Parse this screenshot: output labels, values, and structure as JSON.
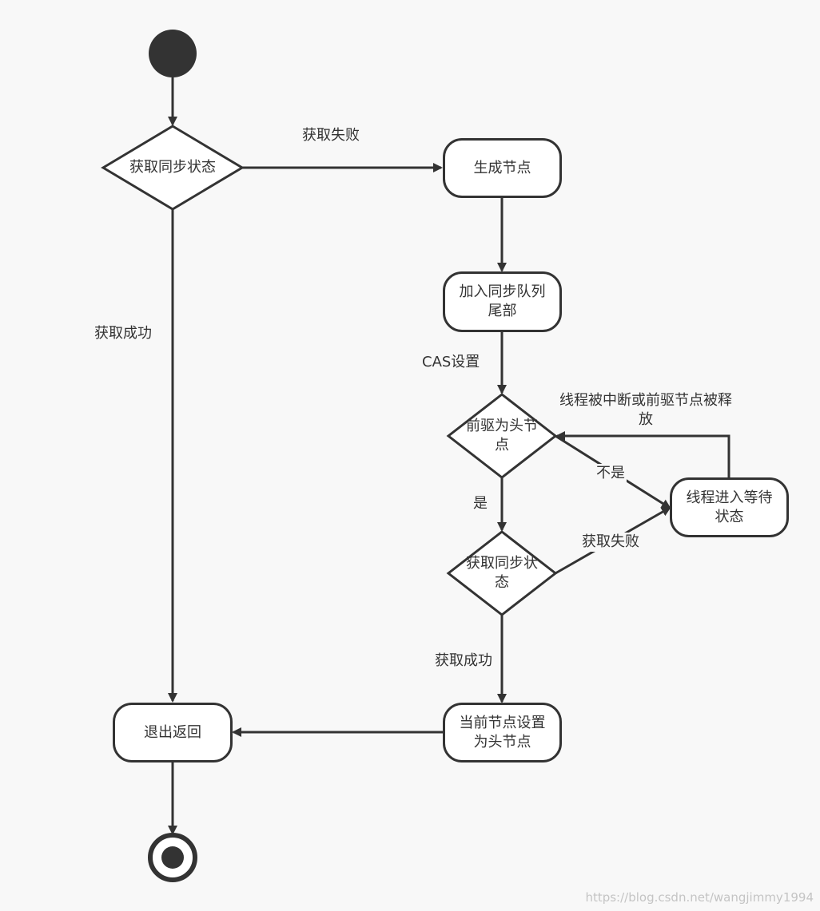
{
  "nodes": {
    "start": {
      "kind": "initial"
    },
    "decision_get_state_1": {
      "text": "获取同步状态"
    },
    "create_node": {
      "text": "生成节点"
    },
    "enqueue_tail": {
      "text": "加入同步队列\n尾部"
    },
    "decision_pred_head": {
      "text": "前驱为头节\n点"
    },
    "decision_get_state_2": {
      "text": "获取同步状\n态"
    },
    "wait_state": {
      "text": "线程进入等待\n状态"
    },
    "set_head": {
      "text": "当前节点设置\n为头节点"
    },
    "exit_return": {
      "text": "退出返回"
    },
    "end": {
      "kind": "final"
    }
  },
  "edge_labels": {
    "fail_top": "获取失败",
    "success_left": "获取成功",
    "cas_set": "CAS设置",
    "interrupt_or_release": "线程被中断或前驱节点被释\n放",
    "not_yes": "不是",
    "yes": "是",
    "fail_mid": "获取失败",
    "success_bottom": "获取成功"
  },
  "colors": {
    "stroke": "#333333",
    "fill": "#ffffff",
    "background": "#f8f8f8"
  },
  "watermark": "https://blog.csdn.net/wangjimmy1994"
}
